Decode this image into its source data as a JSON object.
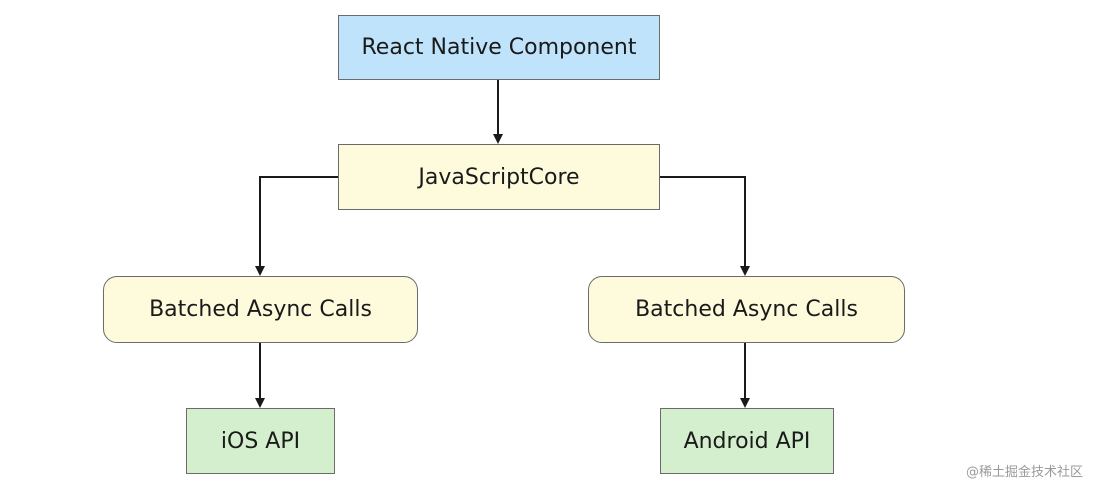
{
  "nodes": {
    "root": "React Native Component",
    "engine": "JavaScriptCore",
    "batched_left": "Batched Async Calls",
    "batched_right": "Batched Async Calls",
    "ios": "iOS API",
    "android": "Android API"
  },
  "colors": {
    "root_fill": "#bfe3fb",
    "engine_fill": "#fdfbdb",
    "batched_fill": "#fdfbdb",
    "api_fill": "#d4efcd",
    "border": "#6b6b6b",
    "connector": "#1a1a1a"
  },
  "watermark": "@稀土掘金技术社区"
}
